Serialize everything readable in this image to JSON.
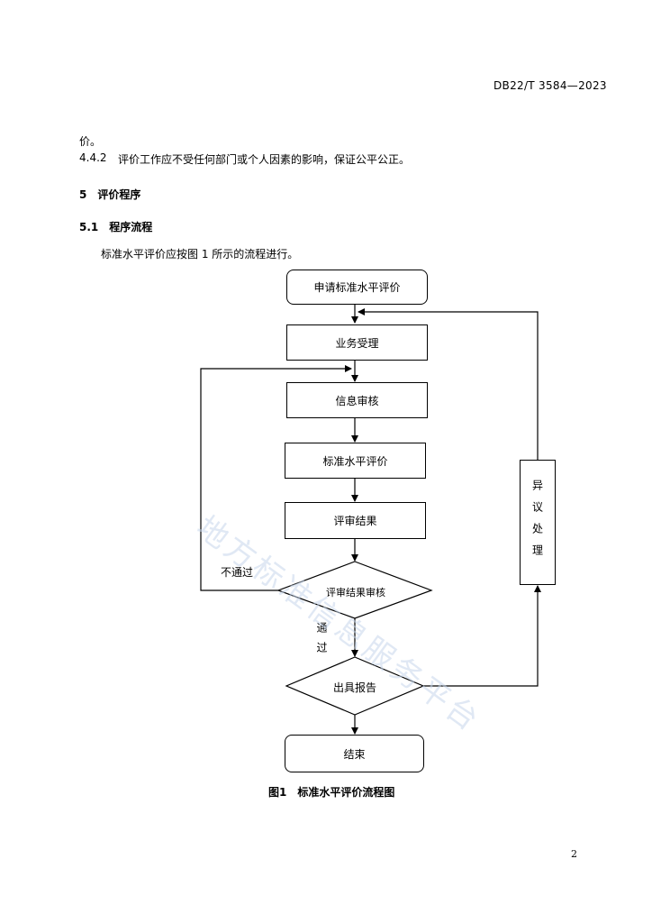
{
  "header": {
    "doc_code": "DB22/T 3584—2023"
  },
  "paragraphs": {
    "line1": "价。",
    "clause_442_num": "4.4.2",
    "clause_442_text": "评价工作应不受任何部门或个人因素的影响，保证公平公正。",
    "section5": "5　评价程序",
    "section51": "5.1　程序流程",
    "intro": "标准水平评价应按图 1 所示的流程进行。"
  },
  "flowchart": {
    "apply": "申请标准水平评价",
    "accept": "业务受理",
    "info_review": "信息审核",
    "evaluate": "标准水平评价",
    "review_result": "评审结果",
    "result_check": "评审结果审核",
    "issue_report": "出具报告",
    "end": "结束",
    "objection": "异议处理",
    "fail_label": "不通过",
    "pass_label": "通过"
  },
  "caption": "图1　标准水平评价流程图",
  "page_number": "2",
  "watermark": "地方标准信息服务平台"
}
